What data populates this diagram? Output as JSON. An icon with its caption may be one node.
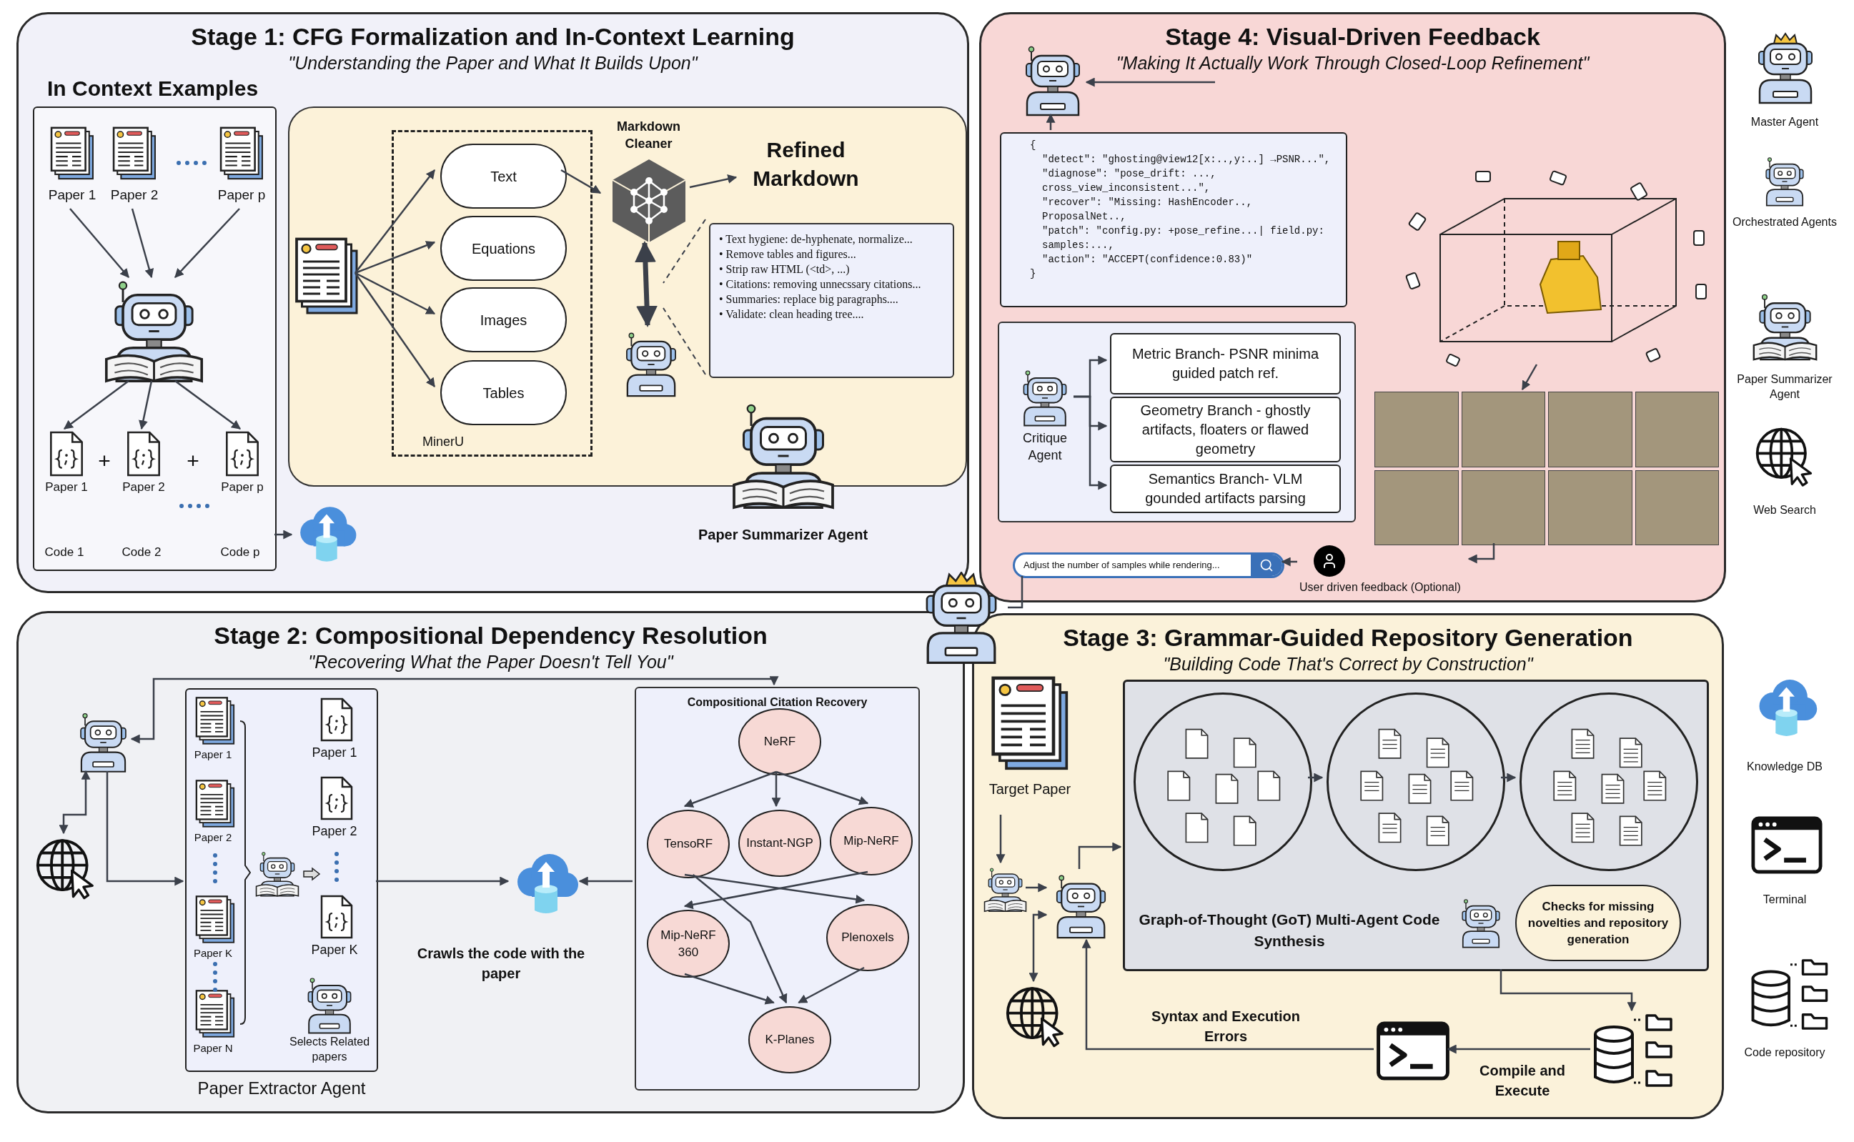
{
  "diagram": {
    "nodes": [
      {
        "text": [
          "Stage 1: CFG Formalization and In-Context Learning",
          "\"Understanding the Paper and What It Builds Upon\""
        ]
      },
      {
        "text": [
          "Stage 4: Visual-Driven Feedback",
          "\"Making It Actually Work Through Closed-Loop Refinement\""
        ]
      },
      {
        "text": [
          "Stage 2: Compositional Dependency Resolution",
          "\"Recovering What the Paper Doesn't Tell You\""
        ]
      },
      {
        "text": [
          "Stage 3: Grammar-Guided Repository Generation",
          "\"Building Code That's Correct by Construction\""
        ]
      },
      {
        "text": [
          "In Context Examples"
        ],
        "in": 0
      },
      {
        "text": [
          "Paper 1"
        ],
        "in": 4
      },
      {
        "text": [
          "Paper 2"
        ],
        "in": 4
      },
      {
        "text": [
          "Paper p"
        ],
        "in": 4
      },
      {
        "text": [],
        "shape": "picture",
        "in": 4
      },
      {
        "text": [
          "Paper 1"
        ],
        "in": 4
      },
      {
        "text": [
          "Paper 2"
        ],
        "in": 4
      },
      {
        "text": [
          "Paper p"
        ],
        "in": 4
      },
      {
        "text": [],
        "shape": "picture",
        "in": 0
      },
      {
        "text": [],
        "shape": "box",
        "in": 0
      },
      {
        "text": [],
        "shape": "picture",
        "in": 13
      },
      {
        "text": [
          "MinerU"
        ],
        "in": 13
      },
      {
        "text": [
          "Text"
        ],
        "in": 15
      },
      {
        "text": [
          "Equations"
        ],
        "in": 15
      },
      {
        "text": [
          "Images"
        ],
        "in": 15
      },
      {
        "text": [
          "Tables"
        ],
        "in": 15
      },
      {
        "text": [
          "Markdown Cleaner"
        ],
        "in": 13
      },
      {
        "text": [
          "Refined Markdown"
        ],
        "in": 13
      },
      {
        "text": [],
        "shape": "picture",
        "in": 13
      },
      {
        "text": [
          "• Text hygiene: de-hyphenate, normalize...",
          "• Remove tables and figures...",
          "• Strip raw HTML (<td>, ...)",
          "• Citations: removing unnecssary citations...",
          "• Summaries: replace big paragraphs....",
          "• Validate: clean heading tree...."
        ],
        "in": 13
      },
      {
        "text": [
          "Paper Summarizer Agent"
        ],
        "in": 0
      },
      {
        "text": [],
        "shape": "picture"
      },
      {
        "text": [],
        "shape": "picture",
        "in": 1
      },
      {
        "text": [
          "{",
          "\"detect\": \"ghosting@view12[x:..,y:..] →PSNR...\",",
          "\"diagnose\": \"pose_drift: ..., cross_view_inconsistent...\",",
          "\"recover\": \"Missing: HashEncoder.., ProposalNet..,",
          "\"patch\": \"config.py: +pose_refine...| field.py: samples:...,",
          "\"action\": \"ACCEPT(confidence:0.83)\"",
          "}"
        ],
        "in": 1
      },
      {
        "text": [],
        "shape": "box",
        "in": 1
      },
      {
        "text": [
          "Critique Agent"
        ],
        "in": 28
      },
      {
        "text": [
          "Metric Branch- PSNR minima guided patch ref."
        ],
        "in": 28
      },
      {
        "text": [
          "Geometry Branch - ghostly artifacts,  floaters or flawed geometry"
        ],
        "in": 28
      },
      {
        "text": [
          "Semantics Branch- VLM gounded artifacts parsing"
        ],
        "in": 28
      },
      {
        "text": [],
        "shape": "picture",
        "in": 1
      },
      {
        "text": [],
        "shape": "picture",
        "in": 1
      },
      {
        "text": [
          "User driven feedback (Optional)"
        ],
        "in": 1
      },
      {
        "text": [
          "Adjust the number of samples while rendering..."
        ],
        "in": 1
      },
      {
        "text": [],
        "shape": "picture",
        "in": 2
      },
      {
        "text": [],
        "shape": "picture",
        "in": 2
      },
      {
        "text": [
          "Paper Extractor Agent"
        ],
        "in": 2
      },
      {
        "text": [
          "Selects Related papers"
        ],
        "in": 39
      },
      {
        "text": [],
        "shape": "picture",
        "in": 2
      },
      {
        "text": [
          "Compositional Citation Recovery"
        ],
        "in": 2
      },
      {
        "text": [
          "NeRF"
        ],
        "in": 42
      },
      {
        "text": [
          "TensoRF"
        ],
        "in": 42
      },
      {
        "text": [
          "Instant-NGP"
        ],
        "in": 42
      },
      {
        "text": [
          "Mip-NeRF"
        ],
        "in": 42
      },
      {
        "text": [
          "Mip-NeRF 360"
        ],
        "in": 42
      },
      {
        "text": [
          "Plenoxels"
        ],
        "in": 42
      },
      {
        "text": [
          "K-Planes"
        ],
        "in": 42
      },
      {
        "text": [
          "Target Paper"
        ],
        "in": 3
      },
      {
        "text": [],
        "shape": "picture",
        "in": 3
      },
      {
        "text": [],
        "shape": "picture",
        "in": 3
      },
      {
        "text": [
          "Graph-of-Thought (GoT) Multi-Agent Code Synthesis"
        ],
        "in": 3
      },
      {
        "text": [],
        "shape": "circle",
        "in": 53
      },
      {
        "text": [],
        "shape": "circle",
        "in": 53
      },
      {
        "text": [],
        "shape": "circle",
        "in": 53
      },
      {
        "text": [],
        "shape": "picture",
        "in": 53
      },
      {
        "text": [
          "Checks for missing novelties and repository generation"
        ],
        "in": 53
      },
      {
        "text": [],
        "shape": "picture",
        "in": 3
      },
      {
        "text": [],
        "shape": "picture",
        "in": 3
      },
      {
        "text": [],
        "shape": "picture",
        "in": 3
      }
    ],
    "edges": [
      {
        "from": 5,
        "to": 8,
        "arrow": "to"
      },
      {
        "from": 6,
        "to": 8,
        "arrow": "to"
      },
      {
        "from": 7,
        "to": 8,
        "arrow": "to"
      },
      {
        "from": 8,
        "to": 9,
        "arrow": "to"
      },
      {
        "from": 8,
        "to": 10,
        "arrow": "to"
      },
      {
        "from": 8,
        "to": 11,
        "arrow": "to"
      },
      {
        "from": 4,
        "to": 12,
        "arrow": "to"
      },
      {
        "from": 14,
        "to": 16,
        "arrow": "to"
      },
      {
        "from": 14,
        "to": 17,
        "arrow": "to"
      },
      {
        "from": 14,
        "to": 18,
        "arrow": "to"
      },
      {
        "from": 14,
        "to": 19,
        "arrow": "to"
      },
      {
        "from": 16,
        "to": 20,
        "arrow": "to"
      },
      {
        "from": 20,
        "to": 21,
        "arrow": "to"
      },
      {
        "from": 20,
        "to": 22,
        "arrow": "both",
        "style": "thick"
      },
      {
        "from": null,
        "to": 26,
        "arrow": "to"
      },
      {
        "from": 27,
        "to": 26,
        "arrow": "to"
      },
      {
        "from": 29,
        "to": 30,
        "arrow": "to"
      },
      {
        "from": 29,
        "to": 31,
        "arrow": "to"
      },
      {
        "from": 29,
        "to": 32,
        "arrow": "to"
      },
      {
        "from": 33,
        "to": 34,
        "arrow": "to"
      },
      {
        "from": 34,
        "to": 35,
        "arrow": "to"
      },
      {
        "from": 35,
        "to": 36,
        "arrow": "to"
      },
      {
        "from": 36,
        "to": 25,
        "arrow": "none"
      },
      {
        "from": 37,
        "to": 42,
        "arrow": "both"
      },
      {
        "from": 38,
        "to": 37,
        "arrow": "both"
      },
      {
        "from": 37,
        "to": 39,
        "arrow": "to"
      },
      {
        "from": 39,
        "to": 41,
        "arrow": "to"
      },
      {
        "from": 42,
        "to": 41,
        "arrow": "to"
      },
      {
        "from": 43,
        "to": 44,
        "arrow": "to"
      },
      {
        "from": 43,
        "to": 45,
        "arrow": "to"
      },
      {
        "from": 43,
        "to": 46,
        "arrow": "to"
      },
      {
        "from": 44,
        "to": 48,
        "arrow": "to"
      },
      {
        "from": 46,
        "to": 47,
        "arrow": "to"
      },
      {
        "from": 44,
        "to": 49,
        "arrow": "to"
      },
      {
        "from": 47,
        "to": 49,
        "arrow": "to"
      },
      {
        "from": 48,
        "to": 49,
        "arrow": "to"
      },
      {
        "from": 50,
        "to": 51,
        "arrow": "to"
      },
      {
        "from": 51,
        "to": 52,
        "arrow": "to"
      },
      {
        "from": 52,
        "to": 53,
        "arrow": "to"
      },
      {
        "from": 52,
        "to": 59,
        "arrow": "both"
      },
      {
        "from": 53,
        "to": 61,
        "arrow": "to"
      },
      {
        "from": 61,
        "to": 60,
        "arrow": "to",
        "label": "Compile and Execute"
      },
      {
        "from": 60,
        "to": 52,
        "arrow": "to",
        "label": "Syntax and Execution Errors"
      },
      {
        "from": 54,
        "to": 55,
        "arrow": "to"
      },
      {
        "from": 55,
        "to": 56,
        "arrow": "to"
      },
      {
        "from": 23,
        "to": null,
        "arrow": "none",
        "style": "dashed"
      },
      {
        "from": 23,
        "to": null,
        "arrow": "none",
        "style": "dashed"
      }
    ],
    "labels": [
      "+",
      "+",
      "Code 1",
      "Code 2",
      "Code p",
      "Paper 1",
      "Paper 2",
      "Paper K",
      "Paper N",
      "Paper 1",
      "Paper 2",
      "Paper K",
      "Crawls the code with the paper"
    ],
    "legend": [
      {
        "text": "Master Agent"
      },
      {
        "text": "Orchestrated Agents"
      },
      {
        "text": "Paper Summarizer Agent"
      },
      {
        "text": "Web Search"
      },
      {
        "text": "Knowledge DB"
      },
      {
        "text": "Terminal"
      },
      {
        "text": "Code repository"
      }
    ]
  }
}
